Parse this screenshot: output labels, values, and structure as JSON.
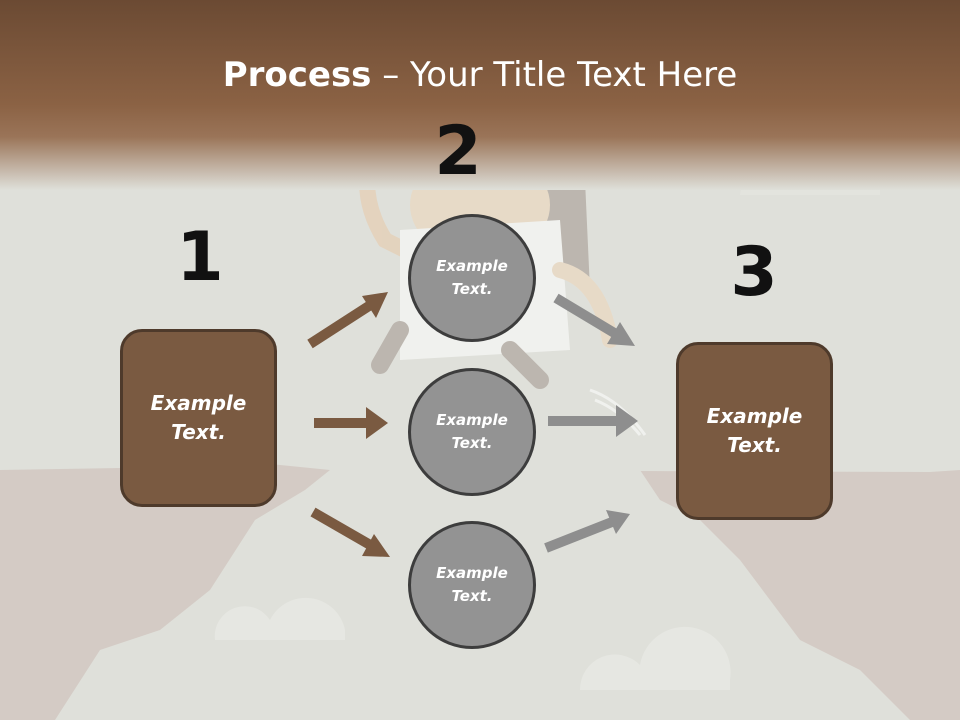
{
  "slide": {
    "title_bold": "Process",
    "title_rest": " – Your Title Text Here"
  },
  "steps": {
    "one": "1",
    "two": "2",
    "three": "3"
  },
  "boxes": {
    "left": "Example\nText.",
    "right": "Example\nText."
  },
  "circles": {
    "top": "Example\nText.",
    "middle": "Example\nText.",
    "bottom": "Example\nText."
  },
  "colors": {
    "header_brown": "#8b6244",
    "box_fill": "#7a5a41",
    "box_border": "#4e3a2b",
    "circle_fill": "#939393",
    "circle_border": "#3d3d3d",
    "arrow_brown": "#7a5a41",
    "arrow_grey": "#8e8e8e"
  }
}
